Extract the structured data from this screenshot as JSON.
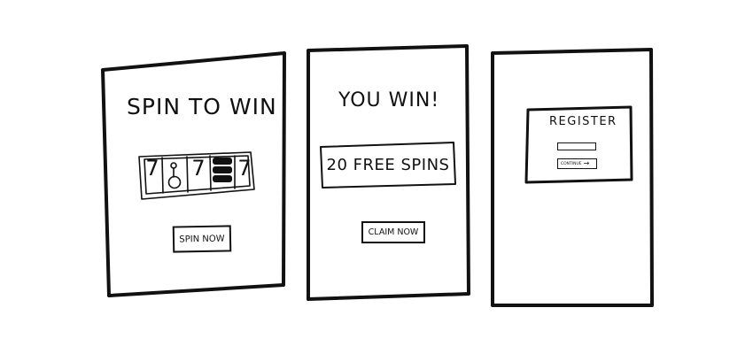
{
  "panels": [
    {
      "title": "SPIN TO WIN",
      "reels": [
        "7",
        "7",
        "7"
      ],
      "button_label": "SPIN NOW"
    },
    {
      "title": "YOU WIN!",
      "prize": "20 FREE SPINS",
      "button_label": "CLAIM NOW"
    },
    {
      "title": "REGISTER",
      "button_label": "CONTINUE",
      "arrow_icon": "arrow-right-icon"
    }
  ]
}
